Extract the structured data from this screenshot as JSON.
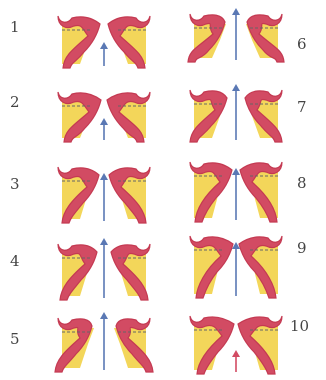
{
  "colors": {
    "fold": "#d24b63",
    "outline": "#c43a52",
    "fill": "#f3d65a",
    "arrow": "#5a78b4",
    "dash": "#666666",
    "label": "#444444"
  },
  "stages": [
    {
      "label": "1"
    },
    {
      "label": "2"
    },
    {
      "label": "3"
    },
    {
      "label": "4"
    },
    {
      "label": "5"
    },
    {
      "label": "6"
    },
    {
      "label": "7"
    },
    {
      "label": "8"
    },
    {
      "label": "9"
    },
    {
      "label": "10"
    }
  ]
}
